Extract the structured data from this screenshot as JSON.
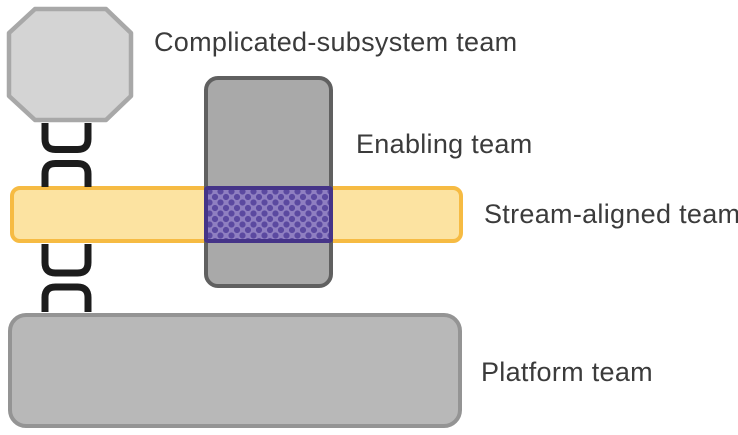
{
  "diagram": {
    "labels": {
      "complicated_subsystem": "Complicated-subsystem team",
      "enabling": "Enabling team",
      "stream_aligned": "Stream-aligned team",
      "platform": "Platform team"
    },
    "shapes": {
      "complicated_subsystem": "octagon",
      "enabling": "vertical-rounded-rectangle",
      "stream_aligned": "horizontal-rounded-bar",
      "platform": "large-rounded-rectangle",
      "overlap": "purple-dotted-facilitating-patch",
      "connectors": "x-as-a-service-brackets"
    },
    "colors": {
      "background": "#FFFFFF",
      "text": "#3B3B3B",
      "stream_fill": "#FCE3A1",
      "stream_border": "#F6BB43",
      "enabling_fill": "#A9A9A9",
      "enabling_border": "#606060",
      "overlap_fill": "#8F7FC1",
      "overlap_dots": "#5B49A0",
      "overlap_border": "#453488",
      "octagon_fill": "#D4D4D4",
      "octagon_border": "#A8A8A8",
      "platform_fill": "#B8B8B8",
      "platform_border": "#949494",
      "connector_stroke": "#1C1C1C"
    }
  }
}
